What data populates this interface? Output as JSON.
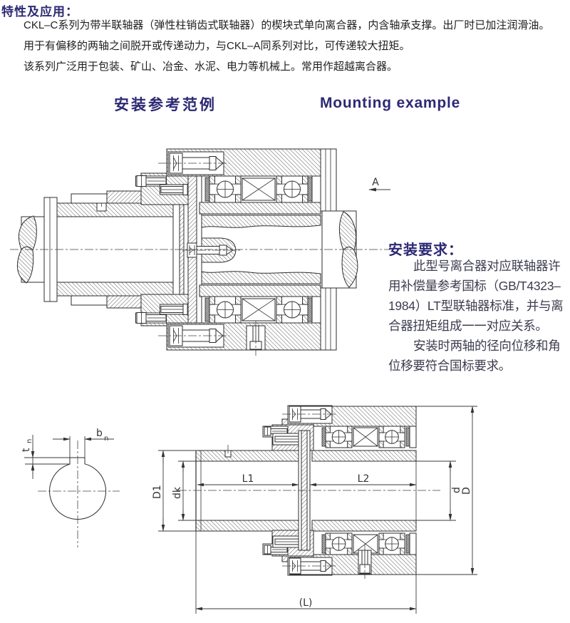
{
  "page": {
    "background": "#ffffff",
    "accent_navy": "#2d2973",
    "body_text_color": "#1f1f1f",
    "notes_text_color": "#3c3c50"
  },
  "intro": {
    "title": "特性及应用：",
    "lines": [
      "CKL–C系列为带半联轴器（弹性柱销齿式联轴器）的楔块式单向离合器，内含轴承支撑。出厂时已加注润滑油。",
      "用于有偏移的两轴之间脱开或传递动力，与CKL–A同系列对比，可传递较大扭矩。",
      "该系列广泛用于包装、矿山、冶金、水泥、电力等机械上。常用作超越离合器。"
    ]
  },
  "section_headings": {
    "zh": "安装参考范例",
    "en": "Mounting example"
  },
  "mounting_view": {
    "view_label": "A"
  },
  "install_notes": {
    "title": "安装要求：",
    "lines": [
      "此型号离合器对应联轴器许",
      "用补偿量参考国标（GB/T4323–",
      "1984）LT型联轴器标准，并与离",
      "合器扭矩组成一一对应关系。",
      "安装时两轴的径向位移和角",
      "位移要符合国标要求。"
    ]
  },
  "dimension_view": {
    "labels": {
      "key_width": "b",
      "key_width_sub": "n",
      "key_depth": "t",
      "key_depth_sub": "n",
      "hub_outer_dia": "D1",
      "bore_left": "dk",
      "hub_left_len": "L1",
      "hub_right_len": "L2",
      "bore_right": "d",
      "outer_dia": "D",
      "total_len": "(L)"
    }
  }
}
